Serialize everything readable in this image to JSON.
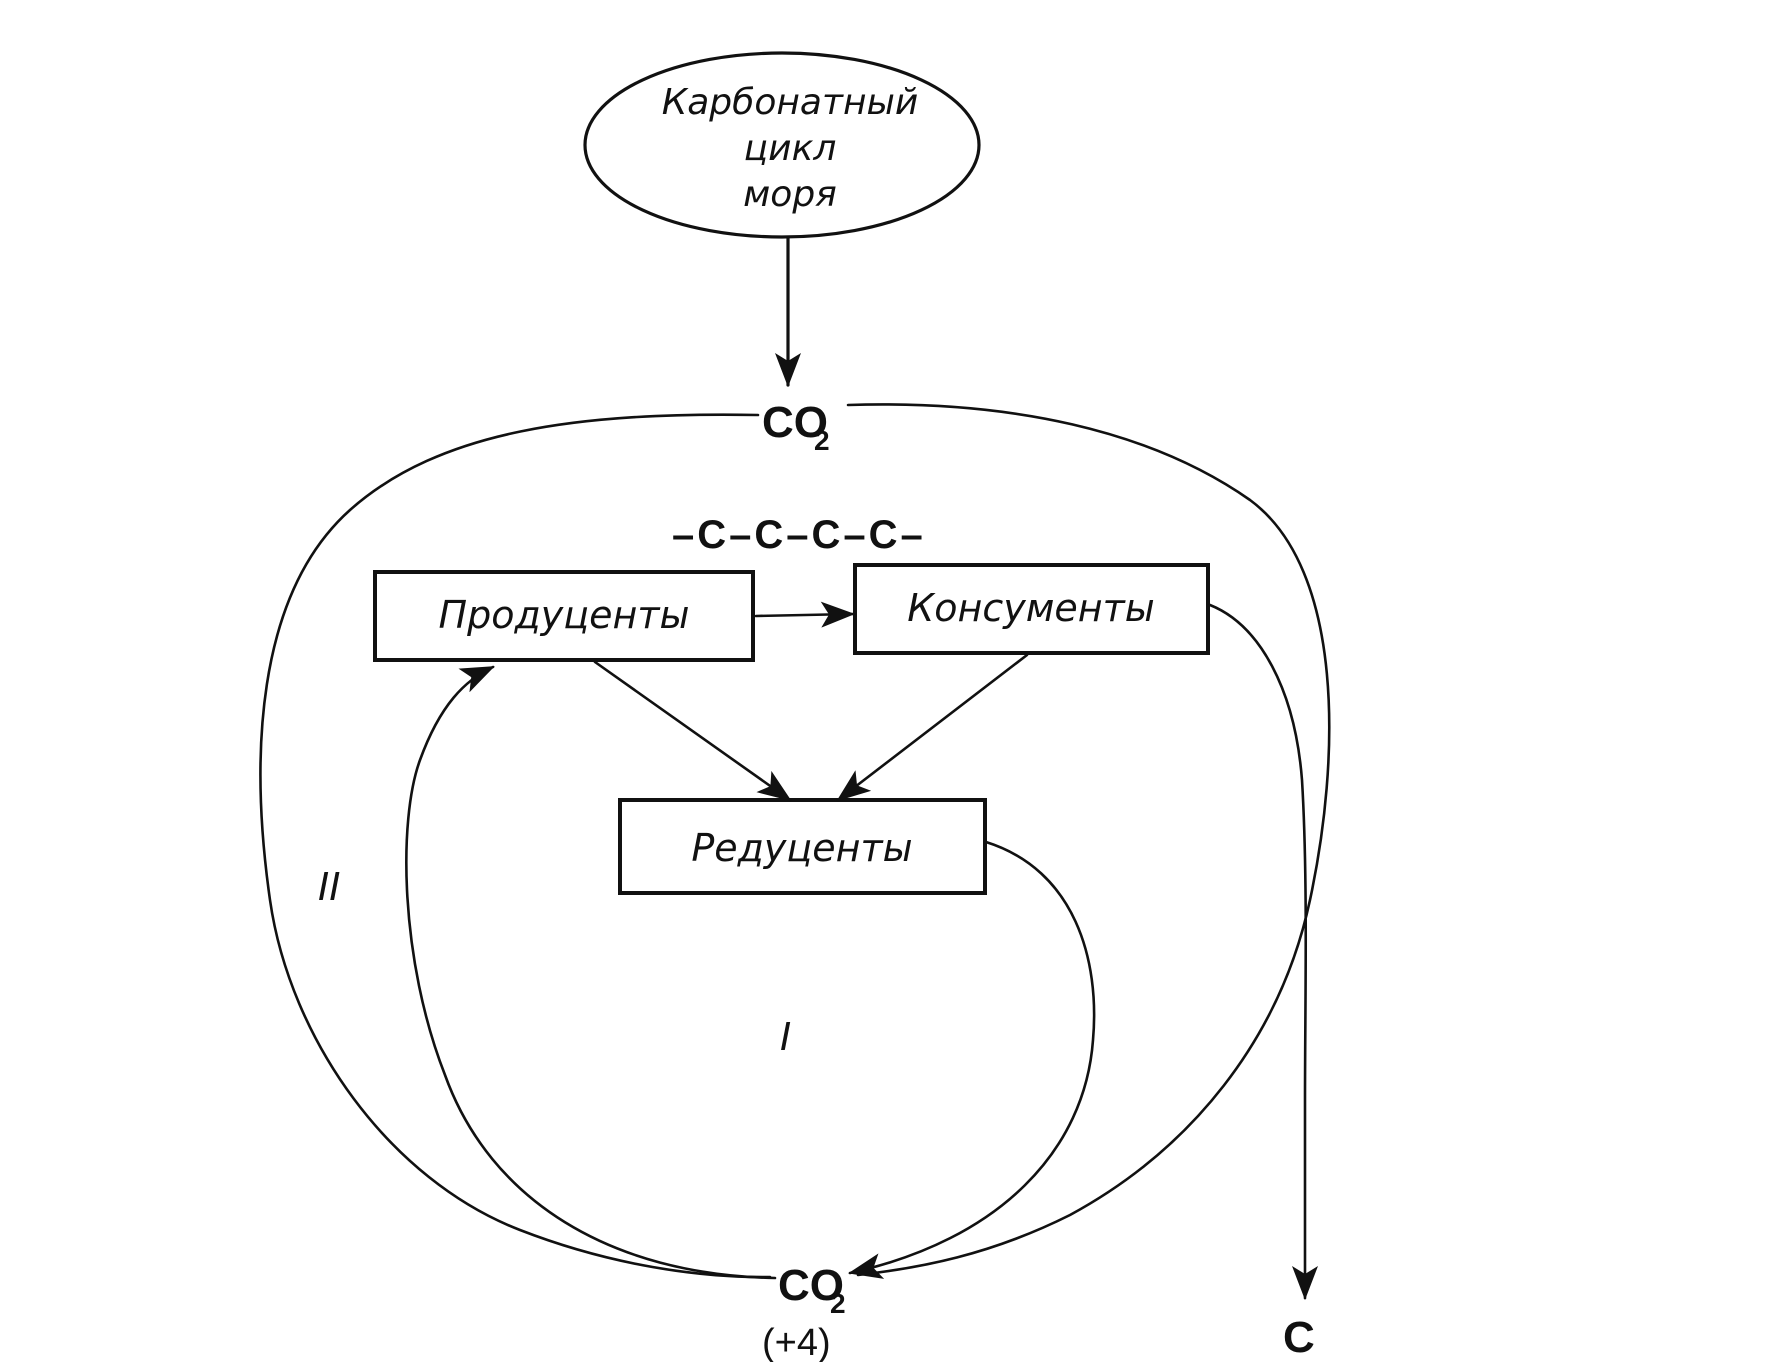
{
  "carbonate_cycle": {
    "line1": "Карбонатный",
    "line2": "цикл",
    "line3": "моря"
  },
  "co2_top": {
    "main": "CO",
    "sub": "2"
  },
  "carbon_chain": "–C–C–C–C–",
  "producers": "Продуценты",
  "consumers": "Консументы",
  "reducers": "Редуценты",
  "cycle_outer_label": "II",
  "cycle_inner_label": "I",
  "co2_bottom": {
    "main": "CO",
    "sub": "2",
    "oxidation": "(+4)"
  },
  "carbon_out": "C"
}
